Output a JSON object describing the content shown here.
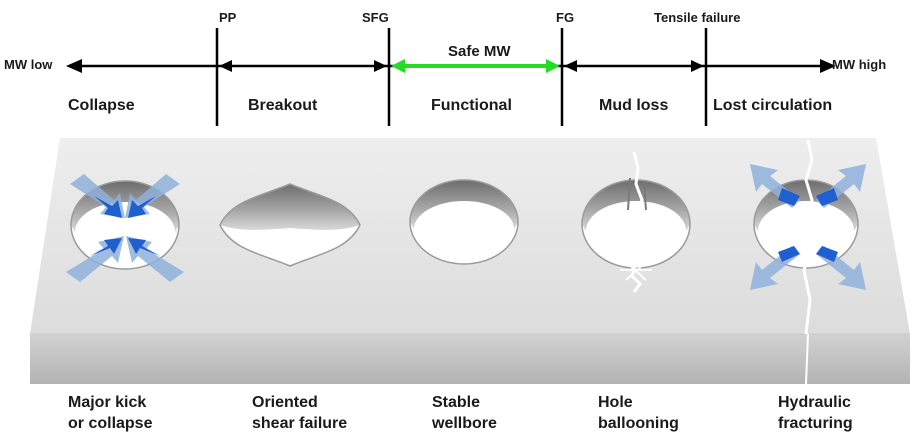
{
  "axis": {
    "low_label": "MW low",
    "high_label": "MW high",
    "safe_label": "Safe MW",
    "safe_color": "#22dd22",
    "ticks": [
      "PP",
      "SFG",
      "FG",
      "Tensile failure"
    ]
  },
  "zones": [
    "Collapse",
    "Breakout",
    "Functional",
    "Mud loss",
    "Lost circulation"
  ],
  "captions": [
    [
      "Major kick",
      "or collapse"
    ],
    [
      "Oriented",
      "shear failure"
    ],
    [
      "Stable",
      "wellbore"
    ],
    [
      "Hole",
      "ballooning"
    ],
    [
      "Hydraulic",
      "fracturing"
    ]
  ],
  "colors": {
    "arrow_light": "#8fb1dc",
    "arrow_dark": "#1f5fd0",
    "slab_top": "#e6e6e6",
    "slab_front": "#c4c4c4"
  }
}
